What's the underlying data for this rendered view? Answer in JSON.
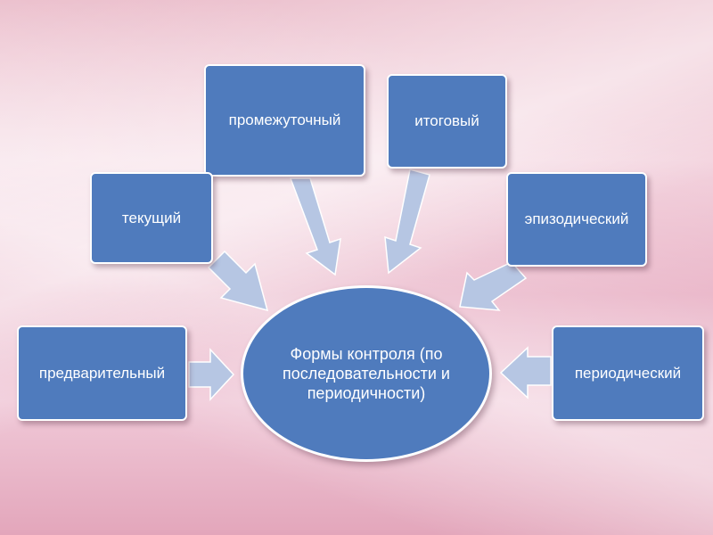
{
  "center": {
    "label": "Формы контроля (по последовательности и периодичности)"
  },
  "nodes": {
    "predvaritelny": "предварительный",
    "tekushchy": "текущий",
    "promezhutochny": "промежуточный",
    "itogovy": "итоговый",
    "epizodichesky": "эпизодический",
    "periodichesky": "периодический"
  },
  "colors": {
    "box_fill": "#4f7bbd",
    "box_border": "#ffffff",
    "arrow_fill": "#b6c6e3"
  }
}
